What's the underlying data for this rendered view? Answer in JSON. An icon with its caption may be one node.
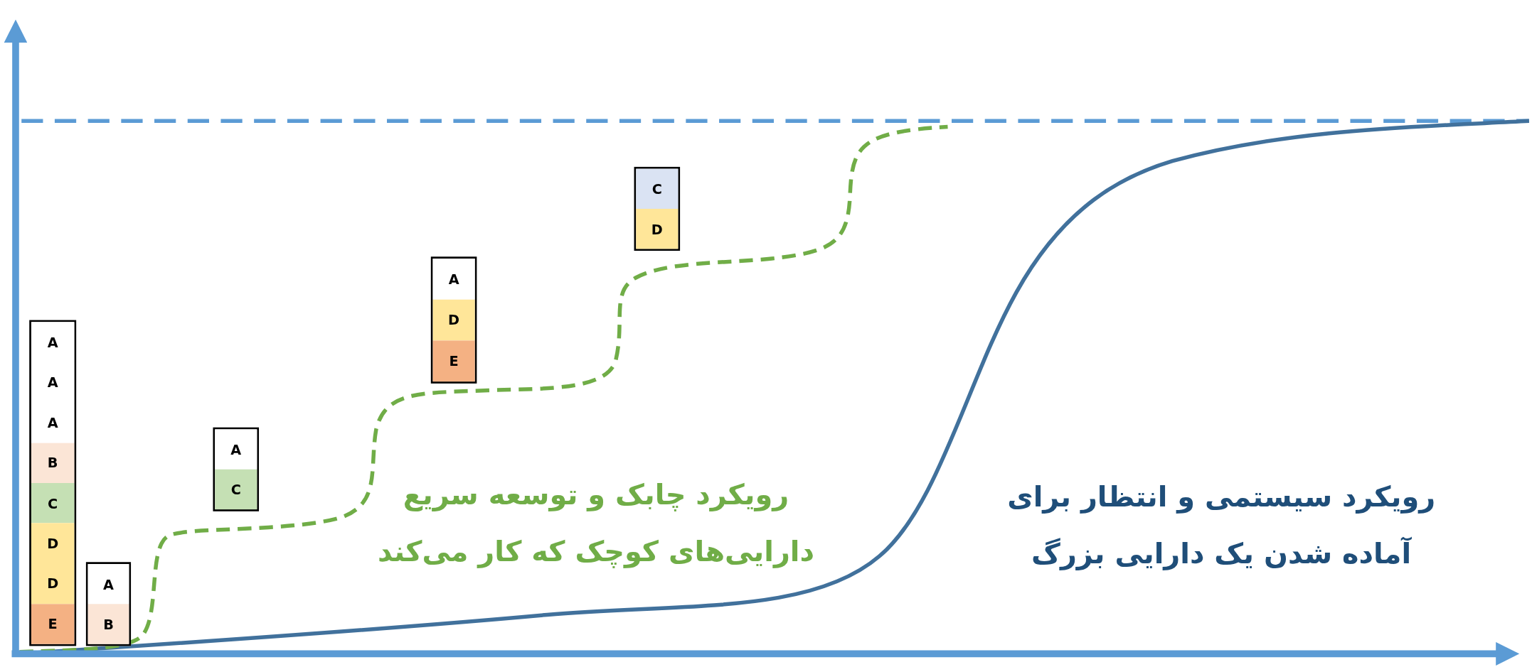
{
  "diagram": {
    "nodes": [
      {
        "text": [],
        "shape": "box"
      },
      {
        "text": [
          "A"
        ],
        "in": 0
      },
      {
        "text": [
          "A"
        ],
        "in": 0
      },
      {
        "text": [
          "A"
        ],
        "in": 0
      },
      {
        "text": [
          "B"
        ],
        "in": 0
      },
      {
        "text": [
          "C"
        ],
        "in": 0
      },
      {
        "text": [
          "D"
        ],
        "in": 0
      },
      {
        "text": [
          "D"
        ],
        "in": 0
      },
      {
        "text": [
          "E"
        ],
        "in": 0
      },
      {
        "text": [],
        "shape": "box"
      },
      {
        "text": [
          "A"
        ],
        "in": 9
      },
      {
        "text": [
          "B"
        ],
        "in": 9
      },
      {
        "text": [],
        "shape": "box"
      },
      {
        "text": [
          "A"
        ],
        "in": 12
      },
      {
        "text": [
          "C"
        ],
        "in": 12
      },
      {
        "text": [],
        "shape": "box"
      },
      {
        "text": [
          "A"
        ],
        "in": 15
      },
      {
        "text": [
          "D"
        ],
        "in": 15
      },
      {
        "text": [
          "E"
        ],
        "in": 15
      },
      {
        "text": [],
        "shape": "box"
      },
      {
        "text": [
          "C"
        ],
        "in": 19
      },
      {
        "text": [
          "D"
        ],
        "in": 19
      }
    ],
    "edges": [],
    "labels": [
      "رویکرد چابک و توسعه سریع دارایی‌های کوچک که کار می‌کند",
      "رویکرد سیستمی و انتظار برای آماده شدن یک دارایی بزرگ"
    ]
  }
}
